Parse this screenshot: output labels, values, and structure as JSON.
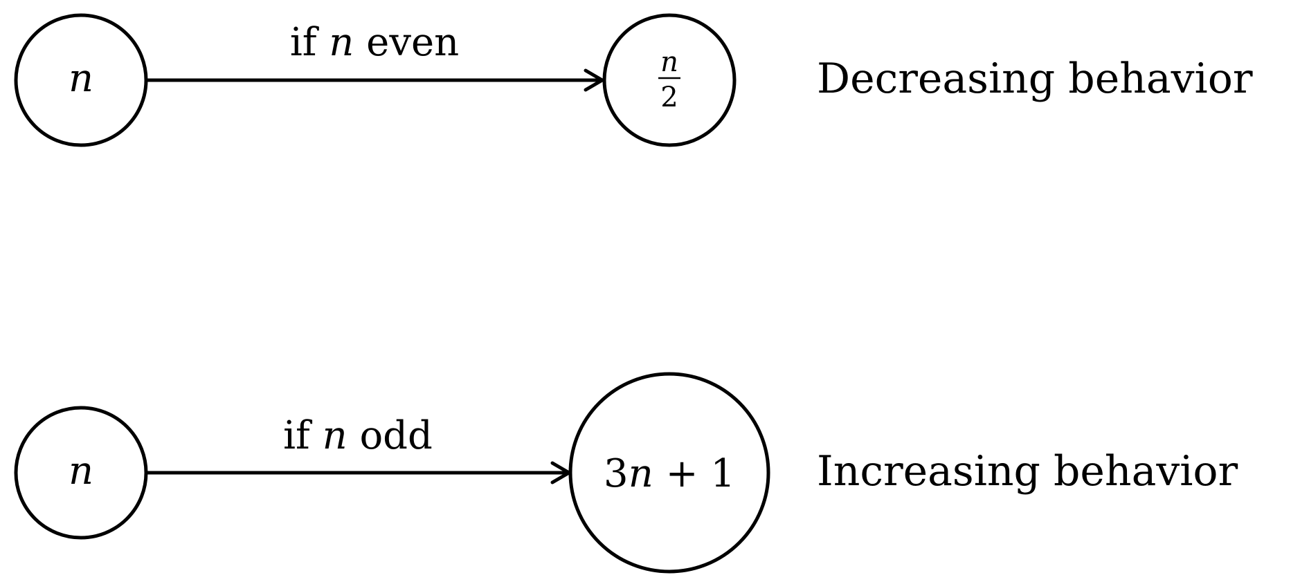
{
  "rows": [
    {
      "id": "even",
      "source": {
        "var": "n"
      },
      "edge_label": {
        "prefix": "if",
        "var": "n",
        "suffix": "even"
      },
      "target": {
        "type": "fraction",
        "numerator": "n",
        "denominator": "2"
      },
      "behavior": "Decreasing behavior"
    },
    {
      "id": "odd",
      "source": {
        "var": "n"
      },
      "edge_label": {
        "prefix": "if",
        "var": "n",
        "suffix": "odd"
      },
      "target": {
        "type": "expression",
        "coef": "3",
        "var": "n",
        "op": "+",
        "const": "1"
      },
      "behavior": "Increasing behavior"
    }
  ]
}
